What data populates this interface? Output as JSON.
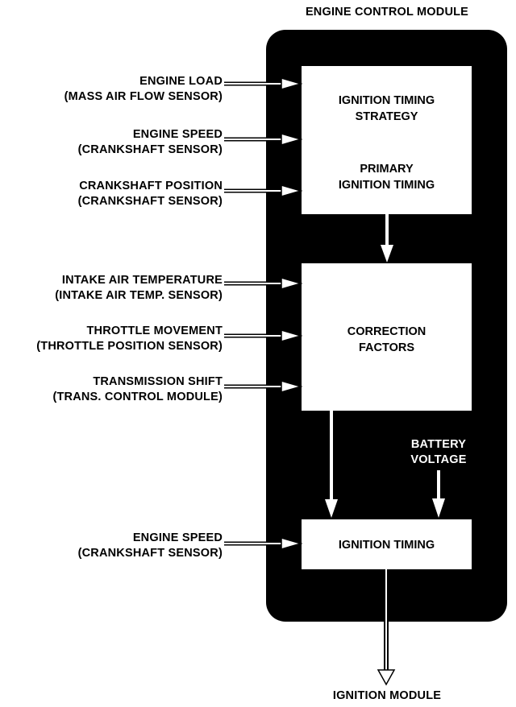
{
  "module": {
    "title": "ENGINE CONTROL MODULE"
  },
  "boxes": {
    "strategy": {
      "line1": "IGNITION TIMING",
      "line2": "STRATEGY",
      "line3": "PRIMARY",
      "line4": "IGNITION TIMING"
    },
    "correction": {
      "line1": "CORRECTION",
      "line2": "FACTORS"
    },
    "timing": {
      "line1": "IGNITION TIMING"
    }
  },
  "inputs": [
    {
      "name": "ENGINE LOAD",
      "sensor": "(MASS AIR FLOW SENSOR)"
    },
    {
      "name": "ENGINE SPEED",
      "sensor": "(CRANKSHAFT SENSOR)"
    },
    {
      "name": "CRANKSHAFT POSITION",
      "sensor": "(CRANKSHAFT SENSOR)"
    },
    {
      "name": "INTAKE AIR TEMPERATURE",
      "sensor": "(INTAKE AIR TEMP. SENSOR)"
    },
    {
      "name": "THROTTLE MOVEMENT",
      "sensor": "(THROTTLE POSITION SENSOR)"
    },
    {
      "name": "TRANSMISSION SHIFT",
      "sensor": "(TRANS. CONTROL MODULE)"
    },
    {
      "name": "ENGINE SPEED",
      "sensor": "(CRANKSHAFT SENSOR)"
    }
  ],
  "battery": {
    "line1": "BATTERY",
    "line2": "VOLTAGE"
  },
  "output": {
    "label": "IGNITION MODULE"
  }
}
